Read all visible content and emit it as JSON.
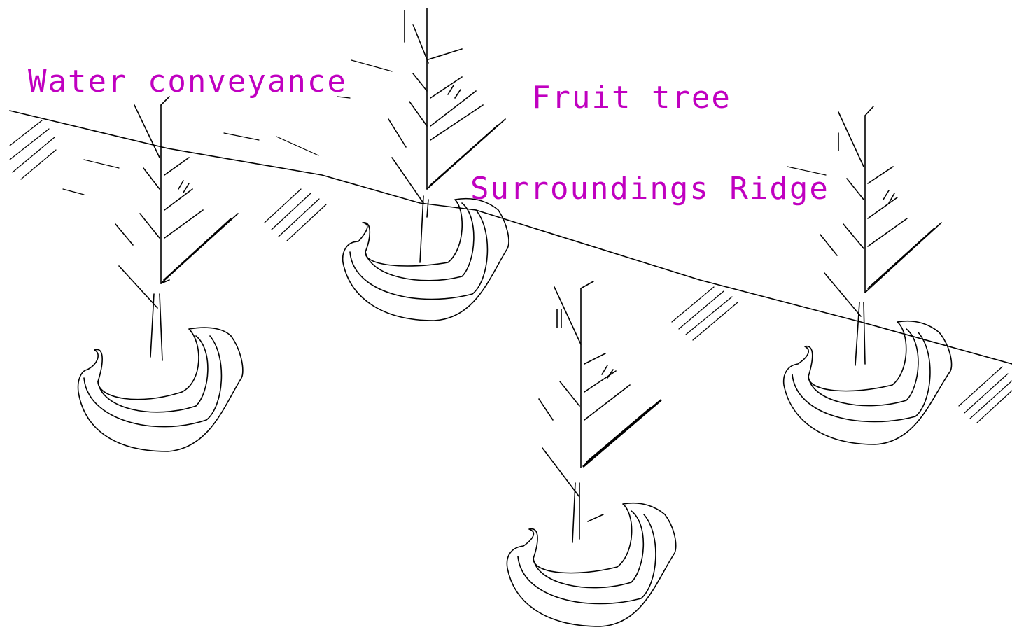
{
  "labels": {
    "water_conveyance": "Water conveyance",
    "fruit_tree": "Fruit tree",
    "surroundings_ridge": "Surroundings Ridge"
  },
  "colors": {
    "label": "#c000c0",
    "line": "#000000",
    "background": "#ffffff"
  },
  "scene": {
    "tree_count": 4,
    "ridge_basin_count": 4
  }
}
